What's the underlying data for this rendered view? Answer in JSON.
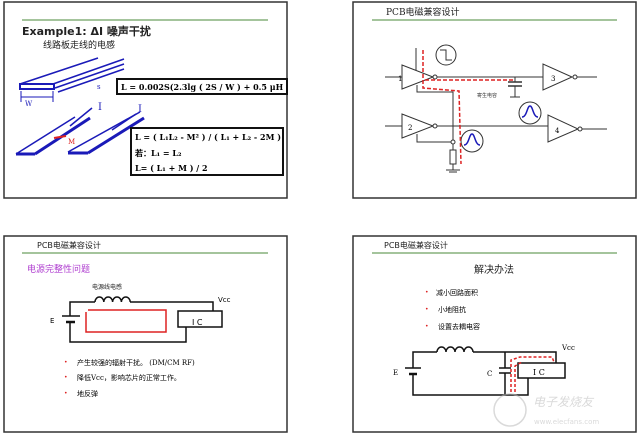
{
  "colors": {
    "frame": "#333333",
    "rule": "#4a8a3a",
    "trace": "#1a1ab8",
    "loop": "#dd2222",
    "heading": "#b040d0"
  },
  "slide1": {
    "title": "Example1: ΔI 噪声干扰",
    "subtitle": "线路板走线的电感",
    "label_s": "s",
    "label_w": "W",
    "label_i1": "I",
    "label_i2": "I",
    "label_m": "M",
    "formula1": "L = 0.002S(2.3lg ( 2S / W ) + 0.5    μH",
    "formula2": "L = ( L₁L₂ - M² ) / ( L₁ + L₂ - 2M )",
    "formula3": "若：L₁ = L₂",
    "formula4": "L= ( L₁ + M ) / 2"
  },
  "slide2": {
    "title": "PCB电磁兼容设计",
    "gate1": "1",
    "gate2": "2",
    "gate3": "3",
    "gate4": "4",
    "parasitic_label": "寄生电容"
  },
  "slide3": {
    "title": "PCB电磁兼容设计",
    "heading": "电源完整性问题",
    "inductor_label": "电源线电感",
    "source_label": "E",
    "vcc_label": "Vcc",
    "ic_label": "I C",
    "bullets": [
      "产生较强的辐射干扰。 (DM/CM RF)",
      "降低Vcc，影响芯片的正常工作。",
      "地反弹"
    ]
  },
  "slide4": {
    "title": "PCB电磁兼容设计",
    "heading": "解决办法",
    "bullets": [
      "减小回路面积",
      "小地阻抗",
      "设置去耦电容"
    ],
    "source_label": "E",
    "cap_label": "C",
    "vcc_label": "Vcc",
    "ic_label": "I C"
  },
  "watermark": {
    "brand": "电子发烧友",
    "url": "www.elecfans.com"
  }
}
